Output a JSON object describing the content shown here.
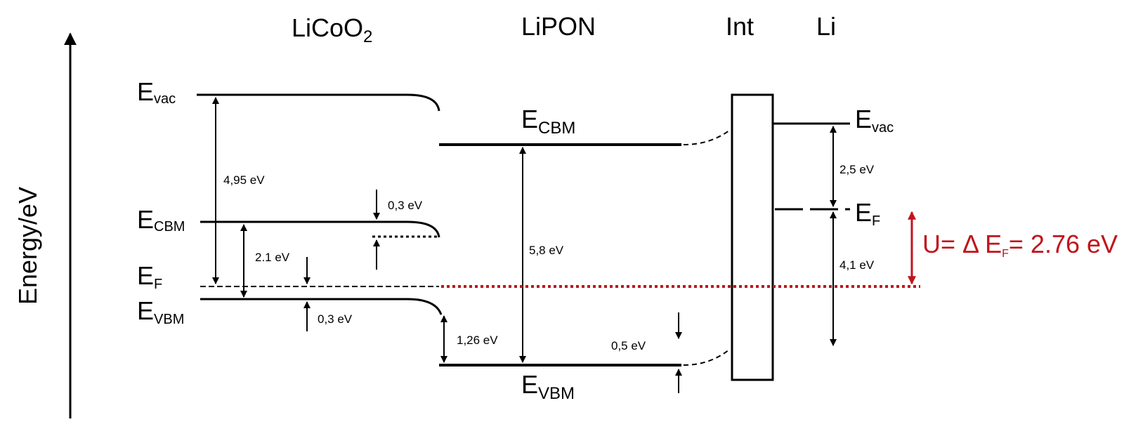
{
  "materials": {
    "licoo2": "LiCoO",
    "licoo2_sub": "2",
    "lipon": "LiPON",
    "interphase": "Int",
    "lithium": "Li"
  },
  "axis": {
    "label": "Energy/eV"
  },
  "levels": {
    "e": "E",
    "vac": "vac",
    "cbm": "CBM",
    "f": "F",
    "vbm": "VBM"
  },
  "gaps": {
    "licoo2_work_function": "4,95 eV",
    "licoo2_band_gap": "2.1 eV",
    "licoo2_cbm_bending": "0,3 eV",
    "licoo2_vbm_bending": "0,3 eV",
    "lipon_band_gap": "5,8 eV",
    "valence_band_offset": "1,26 eV",
    "lipon_vbm_bending": "0,5 eV",
    "li_work_function": "2,5 eV",
    "li_ef_to_vbm": "4,1 eV"
  },
  "voltage": {
    "prefix": "U= Δ E",
    "sub": "F",
    "suffix": "= 2.76 eV"
  },
  "colors": {
    "line": "#000000",
    "voltage": "#c0141c"
  }
}
